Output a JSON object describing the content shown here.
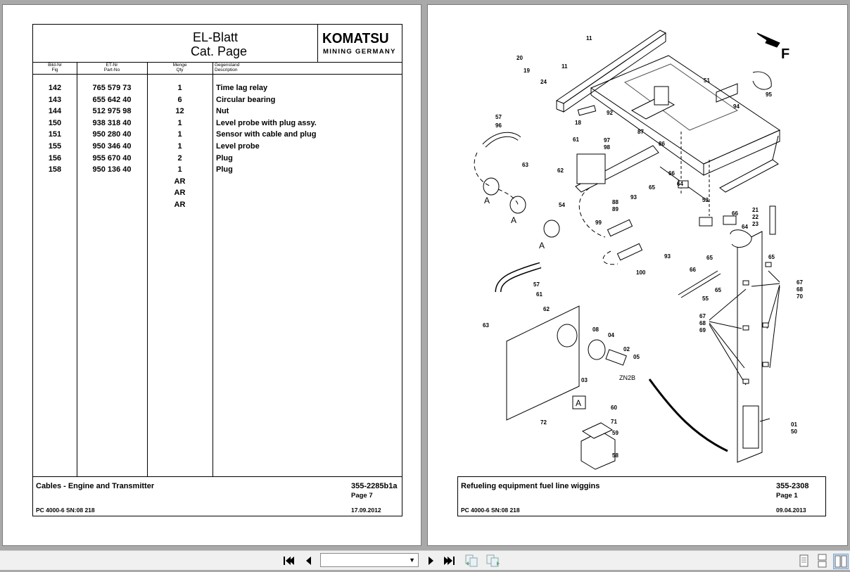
{
  "left_page": {
    "title_line1": "EL-Blatt",
    "title_line2": "Cat. Page",
    "logo": {
      "main": "KOMATSU",
      "sub": "MINING GERMANY"
    },
    "columns": {
      "fig": [
        "Bild-Nr",
        "Fig"
      ],
      "part": [
        "ET-Nr",
        "Part-No"
      ],
      "qty": [
        "Menge",
        "Qty"
      ],
      "desc": [
        "Gegenstand",
        "Description"
      ]
    },
    "rows": [
      {
        "fig": "142",
        "part": "765 579 73",
        "qty": "1",
        "desc": "Time lag relay"
      },
      {
        "fig": "143",
        "part": "655 642 40",
        "qty": "6",
        "desc": "Circular bearing"
      },
      {
        "fig": "144",
        "part": "512 975 98",
        "qty": "12",
        "desc": "Nut"
      },
      {
        "fig": "150",
        "part": "938 318 40",
        "qty": "1",
        "desc": "Level probe with plug assy."
      },
      {
        "fig": "151",
        "part": "950 280 40",
        "qty": "1",
        "desc": "Sensor with cable and plug"
      },
      {
        "fig": "155",
        "part": "950 346 40",
        "qty": "1",
        "desc": "Level probe"
      },
      {
        "fig": "156",
        "part": "955 670 40",
        "qty": "2",
        "desc": "Plug"
      },
      {
        "fig": "158",
        "part": "950 136 40",
        "qty": "1",
        "desc": "Plug"
      },
      {
        "fig": "",
        "part": "",
        "qty": "AR",
        "desc": ""
      },
      {
        "fig": "",
        "part": "",
        "qty": "AR",
        "desc": ""
      },
      {
        "fig": "",
        "part": "",
        "qty": "AR",
        "desc": ""
      }
    ],
    "footer": {
      "title": "Cables - Engine and Transmitter",
      "doc_number": "355-2285b1a",
      "page": "Page 7",
      "model": "PC 4000-6 SN:08 218",
      "date": "17.09.2012"
    }
  },
  "right_page": {
    "callouts": [
      "11",
      "20",
      "19",
      "24",
      "11",
      "51",
      "95",
      "94",
      "57",
      "96",
      "18",
      "92",
      "87",
      "97",
      "98",
      "86",
      "61",
      "63",
      "62",
      "66",
      "64",
      "54",
      "93",
      "65",
      "53",
      "88",
      "89",
      "21",
      "22",
      "23",
      "66",
      "64",
      "99",
      "65",
      "65",
      "93",
      "100",
      "66",
      "55",
      "65",
      "67",
      "68",
      "70",
      "57",
      "61",
      "62",
      "63",
      "67",
      "68",
      "69",
      "08",
      "04",
      "02",
      "05",
      "03",
      "60",
      "71",
      "59",
      "58",
      "72",
      "01",
      "50"
    ],
    "labels": {
      "a": "A",
      "f": "F",
      "zn2b": "ZN2B"
    },
    "footer": {
      "title": "Refueling equipment fuel line wiggins",
      "doc_number": "355-2308",
      "page": "Page 1",
      "model": "PC 4000-6 SN:08 218",
      "date": "09.04.2013"
    }
  },
  "toolbar": {
    "first_page_icon": "first-page-icon",
    "prev_page_icon": "prev-page-icon",
    "next_page_icon": "next-page-icon",
    "last_page_icon": "last-page-icon",
    "page_value": "",
    "view_icons": [
      "single-page-icon",
      "continuous-page-icon",
      "two-page-icon"
    ]
  }
}
